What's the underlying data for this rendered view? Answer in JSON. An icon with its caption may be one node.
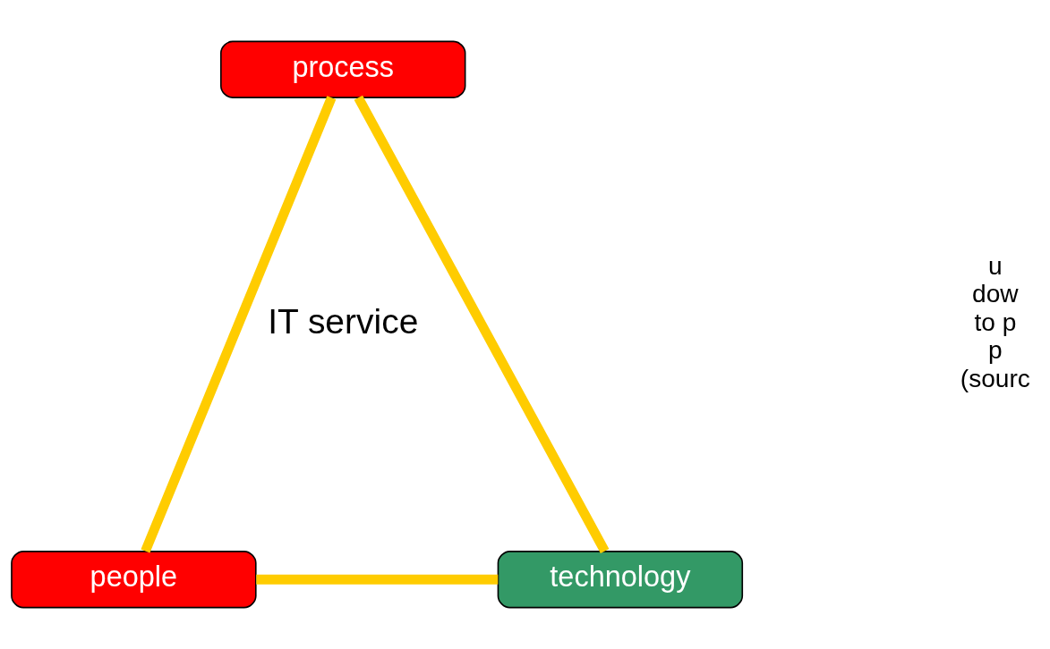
{
  "diagram": {
    "nodes": [
      {
        "text": [
          "process"
        ]
      },
      {
        "text": [
          "people"
        ]
      },
      {
        "text": [
          "technology"
        ]
      }
    ],
    "edges": [
      {
        "from": 0,
        "to": 1,
        "arrow": "none"
      },
      {
        "from": 0,
        "to": 2,
        "arrow": "none"
      },
      {
        "from": 1,
        "to": 2,
        "arrow": "none"
      }
    ],
    "labels": [
      "IT service",
      "u",
      "dow",
      "to p",
      "p",
      "(sourc"
    ]
  }
}
